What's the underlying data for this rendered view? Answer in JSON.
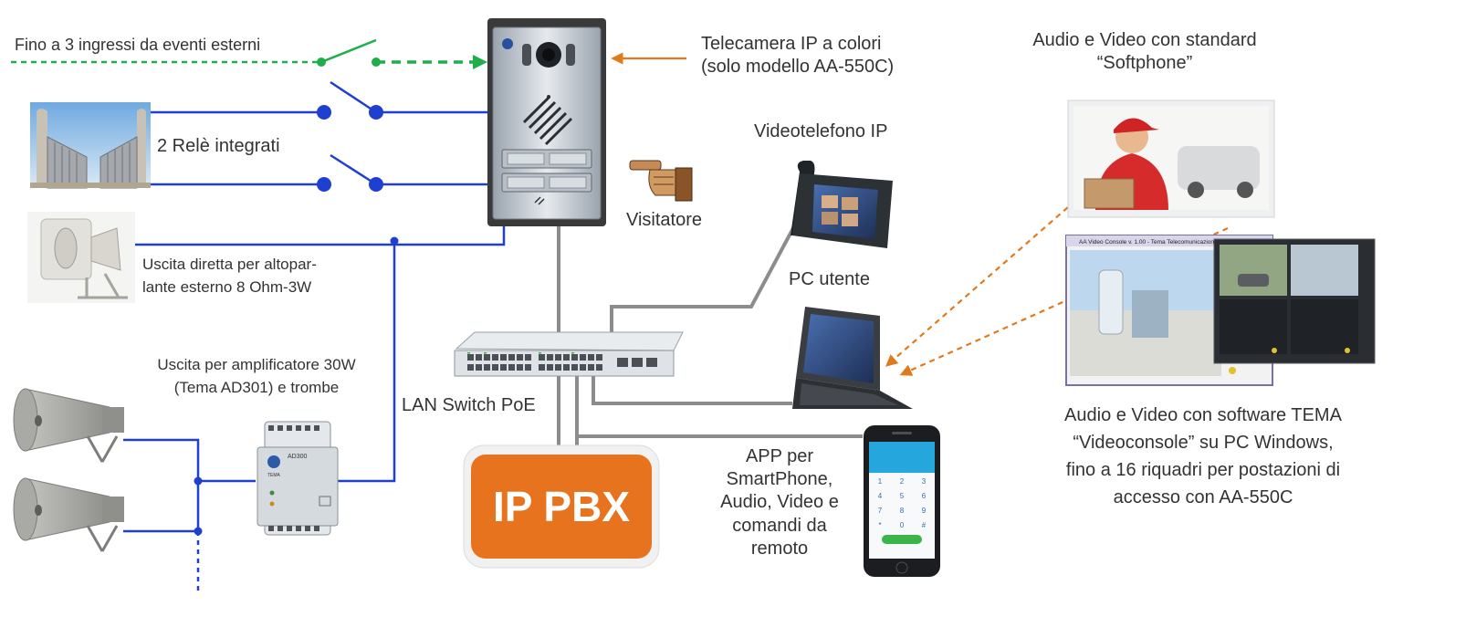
{
  "colors": {
    "wire_blue": "#1f3fd0",
    "input_green": "#1fae4b",
    "link_orange": "#e07a1f",
    "lan_gray": "#8c8c8c",
    "pbx_orange": "#e8731e"
  },
  "labels": {
    "external_inputs": "Fino a 3 ingressi da eventi esterni",
    "relays": "2 Relè integrati",
    "camera_line1": "Telecamera IP a colori",
    "camera_line2": "(solo modello AA-550C)",
    "visitor": "Visitatore",
    "videophone": "Videotelefono IP",
    "pc_user": "PC utente",
    "softphone_line1": "Audio e Video con standard",
    "softphone_line2": "“Softphone”",
    "speaker_out_line1": "Uscita diretta per altopar-",
    "speaker_out_line2": "lante esterno 8 Ohm-3W",
    "amp_out_line1": "Uscita per amplificatore 30W",
    "amp_out_line2": "(Tema AD301) e trombe",
    "lan_switch": "LAN Switch PoE",
    "ip_pbx": "IP PBX",
    "app_line1": "APP per",
    "app_line2": "SmartPhone,",
    "app_line3": "Audio, Video e",
    "app_line4": "comandi da",
    "app_line5": "remoto",
    "videoconsole_line1": "Audio e Video con software TEMA",
    "videoconsole_line2": "“Videoconsole” su PC Windows,",
    "videoconsole_line3": "fino a 16 riquadri per postazioni di",
    "videoconsole_line4": "accesso con AA-550C"
  },
  "device_text": {
    "amplifier_model": "AD300",
    "amplifier_brand": "TEMA",
    "videoconsole_title": "AA Video Console v. 1.00 - Tema Telecomunicazioni"
  },
  "phone_keypad": [
    "1",
    "2",
    "3",
    "4",
    "5",
    "6",
    "7",
    "8",
    "9",
    "*",
    "0",
    "#"
  ]
}
